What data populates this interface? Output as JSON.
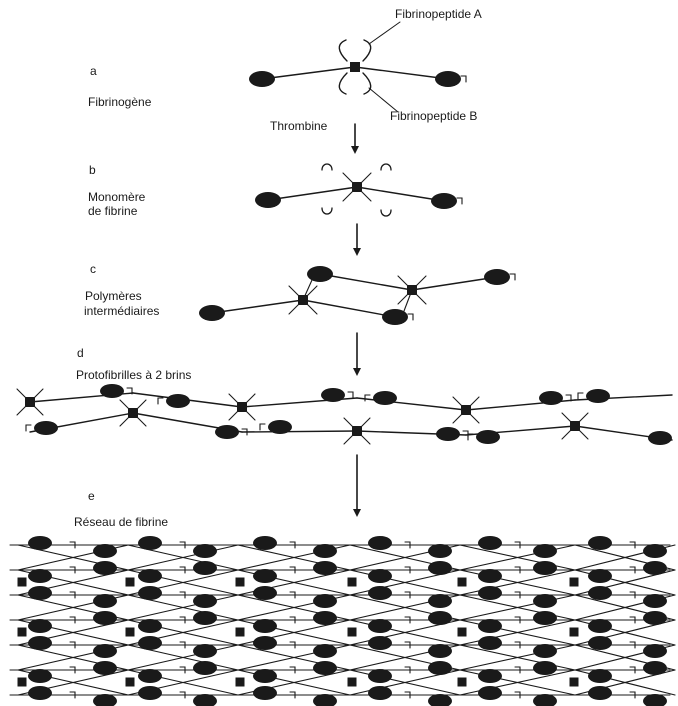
{
  "labels": {
    "fibrinopeptide_a": "Fibrinopeptide A",
    "fibrinopeptide_b": "Fibrinopeptide B",
    "thrombine": "Thrombine",
    "step_a": {
      "letter": "a",
      "title": "Fibrinogène"
    },
    "step_b": {
      "letter": "b",
      "title_line1": "Monomère",
      "title_line2": "de fibrine"
    },
    "step_c": {
      "letter": "c",
      "title_line1": "Polymères",
      "title_line2": "intermédiaires"
    },
    "step_d": {
      "letter": "d",
      "title": "Protofibrilles à 2 brins"
    },
    "step_e": {
      "letter": "e",
      "title": "Réseau de fibrine"
    }
  },
  "colors": {
    "ink": "#1a1a1a",
    "background": "#ffffff"
  }
}
